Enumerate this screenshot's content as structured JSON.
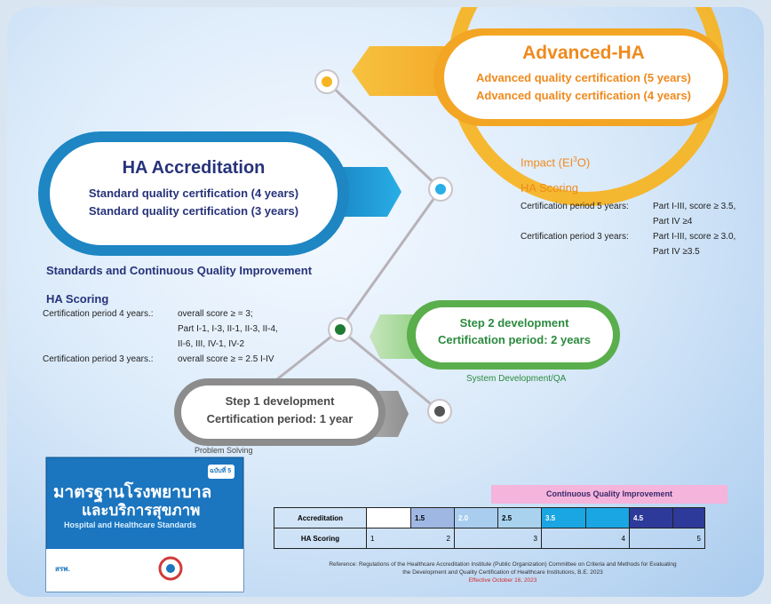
{
  "advanced": {
    "title": "Advanced-HA",
    "line1": "Advanced quality certification (5 years)",
    "line2": "Advanced quality certification (4 years)",
    "impact_prefix": "Impact (EI",
    "impact_sup": "3",
    "impact_suffix": "O)",
    "scoring_title": "HA Scoring",
    "p5_label": "Certification period 5 years:",
    "p5_value1": "Part I-III, score ≥ 3.5,",
    "p5_value2": "Part IV ≥4",
    "p3_label": "Certification period 3 years:",
    "p3_value1": "Part I-III, score ≥ 3.0,",
    "p3_value2": "Part IV ≥3.5"
  },
  "accreditation": {
    "title": "HA Accreditation",
    "line1": "Standard quality certification (4 years)",
    "line2": "Standard quality certification (3 years)",
    "standards": "Standards and Continuous Quality Improvement",
    "scoring_title": "HA Scoring",
    "p4_label": "Certification period 4 years.:",
    "p4_value1": "overall score ≥ = 3;",
    "p4_value2": "Part I-1, I-3, II-1, II-3, II-4,",
    "p4_value3": "II-6, III, IV-1, IV-2",
    "p3_label": "Certification period 3 years.:",
    "p3_value": "overall score ≥ = 2.5 I-IV"
  },
  "step2": {
    "line1": "Step 2 development",
    "line2": "Certification period: 2 years",
    "caption": "System Development/QA"
  },
  "step1": {
    "line1": "Step 1 development",
    "line2": "Certification period: 1 year",
    "caption": "Problem Solving"
  },
  "book": {
    "badge": "ฉบับที่ 5",
    "title_thai1": "มาตรฐานโรงพยาบาล",
    "title_thai2": "และบริการสุขภาพ",
    "title_en": "Hospital and Healthcare Standards",
    "logo": "สรพ."
  },
  "cqi_label": "Continuous Quality Improvement",
  "table": {
    "row1_label": "Accreditation",
    "row1_cells": [
      "",
      "1.5",
      "2.0",
      "2.5",
      "3.5",
      "",
      "4.5",
      ""
    ],
    "row2_label": "HA Scoring",
    "row2_cells": [
      "1",
      "2",
      "3",
      "4",
      "5"
    ]
  },
  "reference": {
    "line1": "Reference: Regulations of the Healthcare Accreditation Institute (Public Organization) Committee on Criteria and Methods for Evaluating",
    "line2": "the Development and Quality Certification of Healthcare Institutions, B.E. 2023",
    "line3": "Effective October 16, 2023"
  },
  "colors": {
    "navy": "#27337a",
    "orange": "#ef8a1e",
    "green": "#2b8a3e",
    "teal": "#1a8fc7",
    "cqi_pink": "#f4b4dc"
  }
}
